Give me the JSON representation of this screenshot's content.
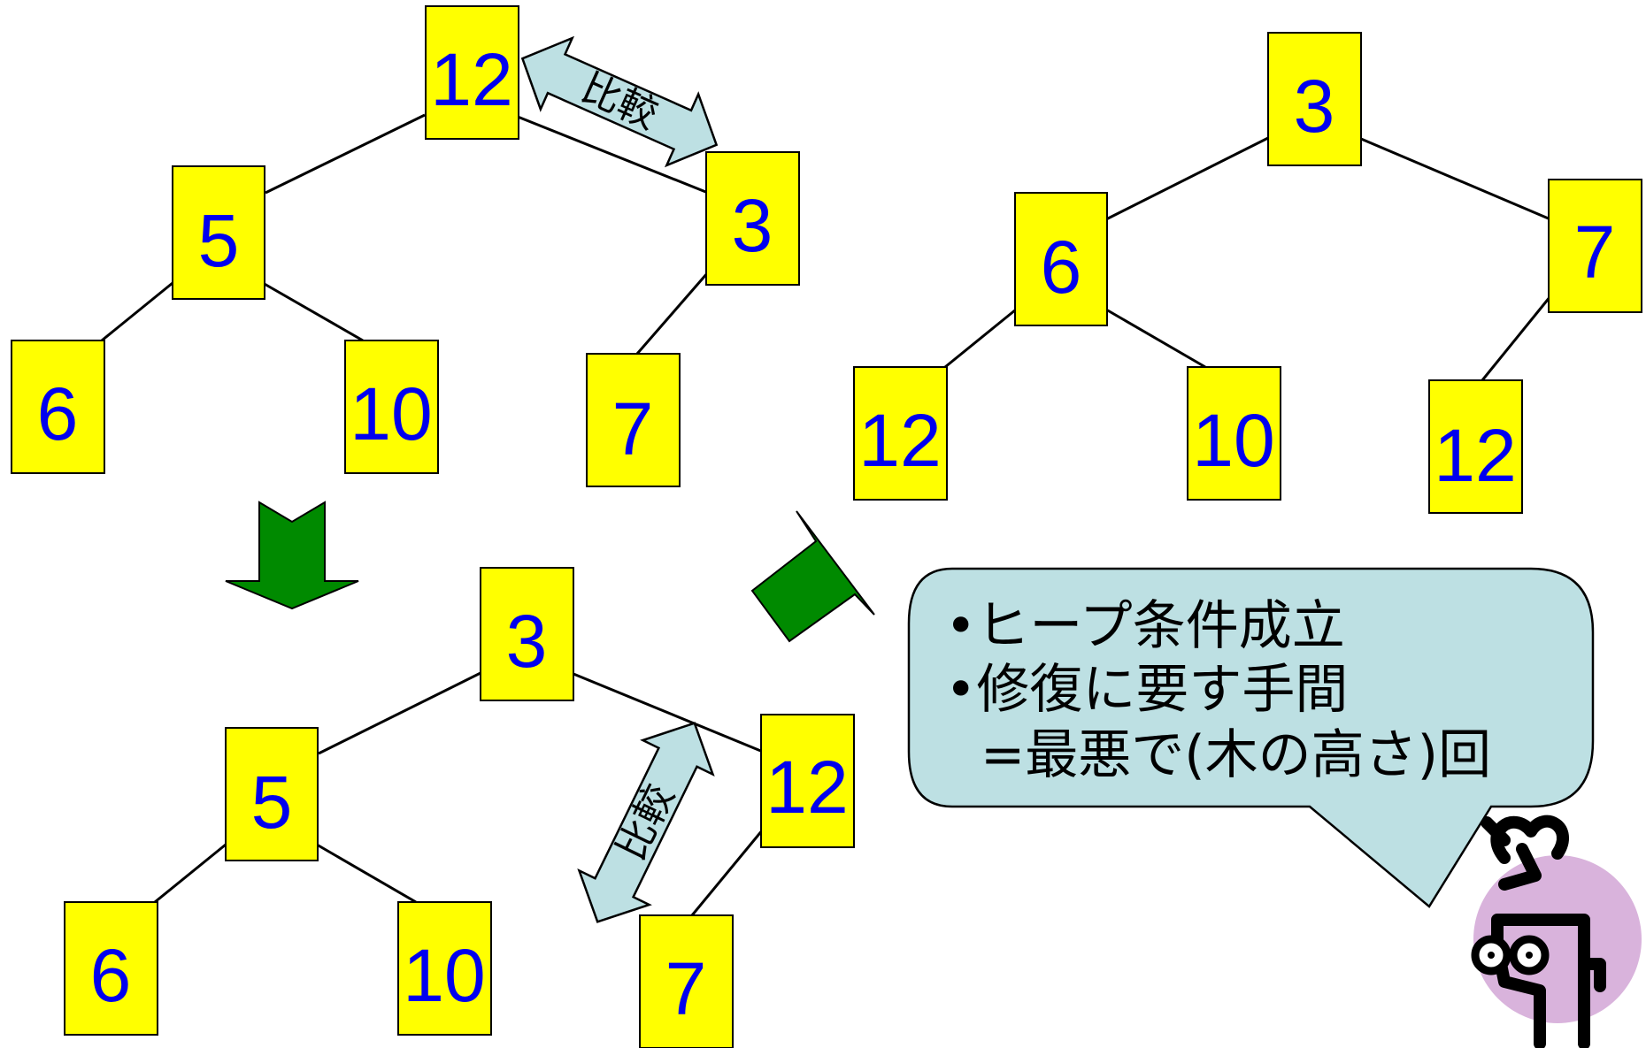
{
  "colors": {
    "node_fill": "#ffff00",
    "node_text": "#0000ee",
    "compare_arrow_fill": "#bde0e3",
    "step_arrow_fill": "#008a00",
    "bubble_fill": "#bde0e3",
    "mascot_circle": "#d9b3dc"
  },
  "trees": {
    "before": {
      "nodes": [
        "12",
        "5",
        "3",
        "6",
        "10",
        "7"
      ],
      "compare_label": "比較"
    },
    "swapped": {
      "nodes": [
        "3",
        "5",
        "12",
        "6",
        "10",
        "7"
      ],
      "compare_label": "比較"
    },
    "result": {
      "nodes": [
        "3",
        "6",
        "7",
        "12",
        "10",
        "12"
      ]
    }
  },
  "callout": {
    "line1": "•ヒープ条件成立",
    "line2": "•修復に要す手間",
    "line3": "=最悪で(木の高さ)回"
  },
  "icons": {
    "down_arrow": "down-arrow-icon",
    "up_right_arrow": "up-right-arrow-icon",
    "mascot": "professor-mascot-icon"
  }
}
